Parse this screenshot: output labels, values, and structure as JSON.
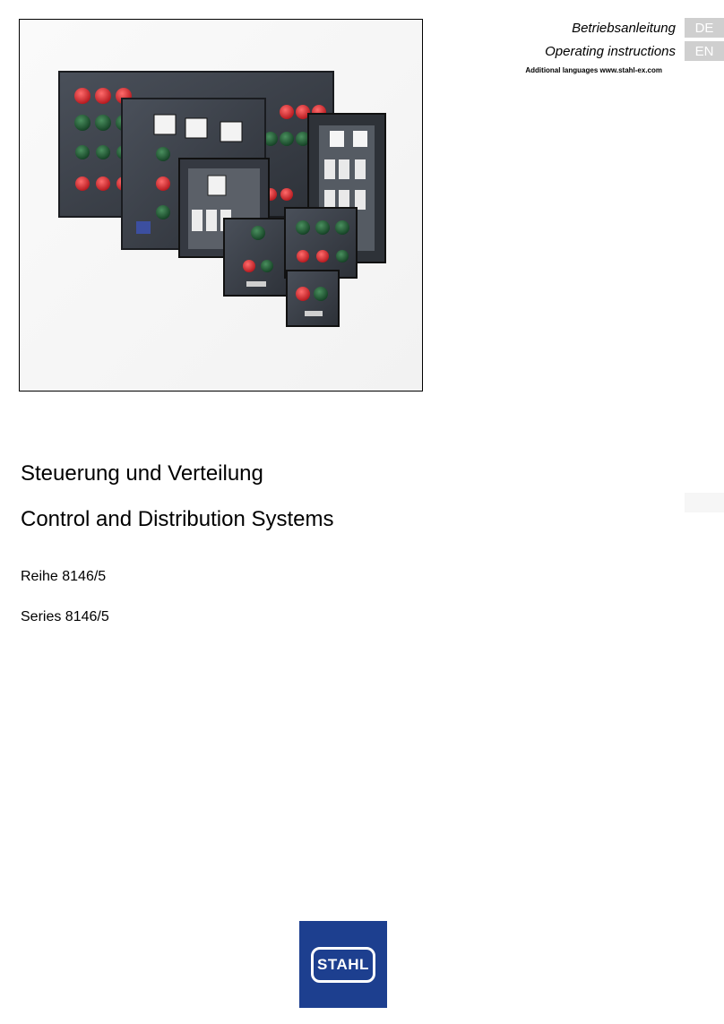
{
  "header": {
    "languages": [
      {
        "label": "Betriebsanleitung",
        "code": "DE"
      },
      {
        "label": "Operating instructions",
        "code": "EN"
      }
    ],
    "additional_languages": "Additional languages www.stahl-ex.com"
  },
  "main": {
    "title_de": "Steuerung und Verteilung",
    "title_en": "Control and Distribution Systems",
    "series_de": "Reihe 8146/5",
    "series_en": "Series 8146/5"
  },
  "logo": {
    "text": "STAHL",
    "color": "#1d3f8f"
  },
  "colors": {
    "badge": "#cfcfcf",
    "housing": "#3a3f47",
    "indicator_red": "#d8262c",
    "indicator_green": "#1f6b3a"
  }
}
